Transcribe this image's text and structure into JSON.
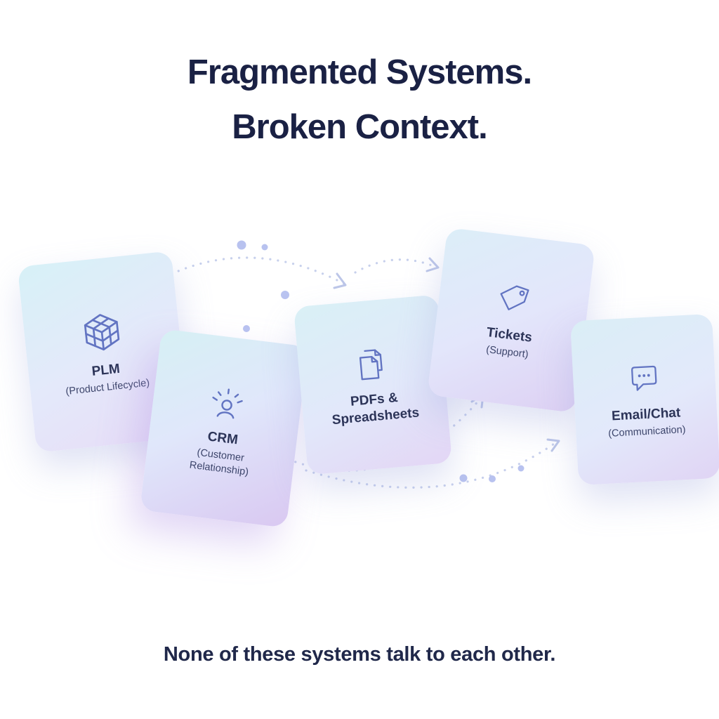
{
  "title": {
    "line1": "Fragmented Systems.",
    "line2": "Broken Context."
  },
  "caption": "None of these systems talk to each other.",
  "cards": [
    {
      "label": "PLM",
      "sublabel": "(Product Lifecycle)",
      "icon": "cube-icon"
    },
    {
      "label": "CRM",
      "sublabel": "(Customer Relationship)",
      "icon": "person-rays-icon"
    },
    {
      "label": "PDFs & Spreadsheets",
      "sublabel": "",
      "icon": "documents-icon"
    },
    {
      "label": "Tickets",
      "sublabel": "(Support)",
      "icon": "tag-icon"
    },
    {
      "label": "Email/Chat",
      "sublabel": "(Communication)",
      "icon": "chat-bubble-icon"
    }
  ],
  "colors": {
    "background": "#ffffff",
    "title_text": "#1a2144",
    "card_text": "#2c3458",
    "icon_stroke": "#6274c2",
    "connector_dots": "#c7d0ec",
    "accent_dots": "#b1bcee",
    "card_gradient_start": "#d7f1f7",
    "card_gradient_end": "#e0d4f4"
  }
}
